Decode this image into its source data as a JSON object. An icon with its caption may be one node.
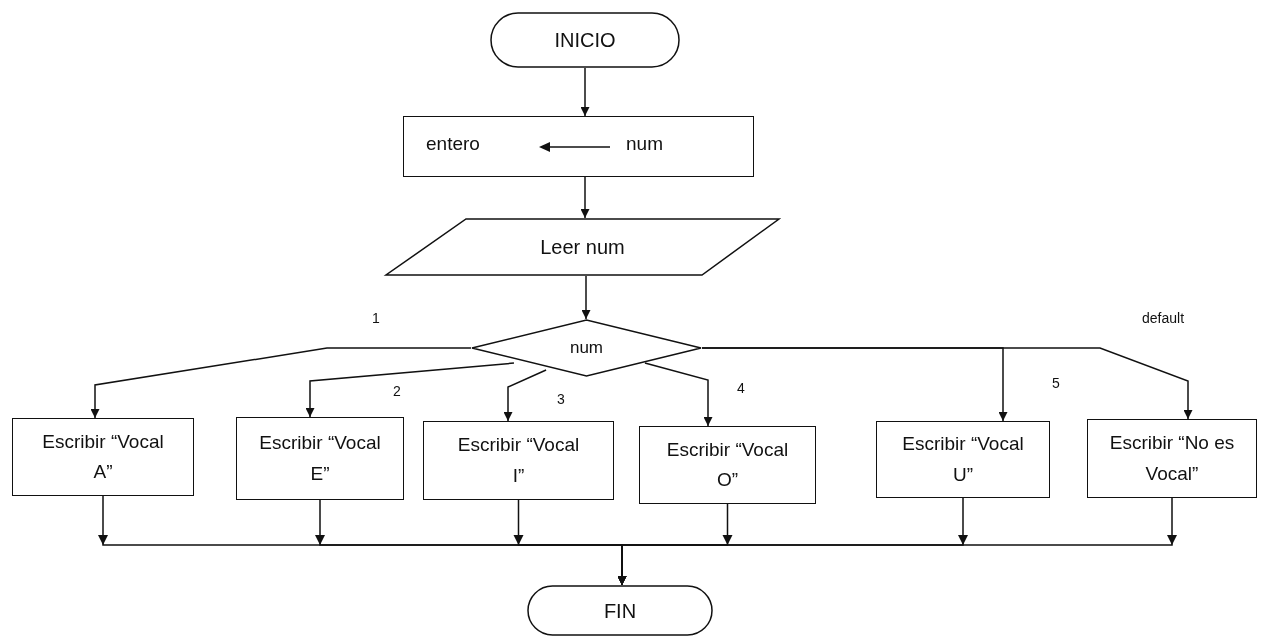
{
  "diagram": {
    "nodes": [
      {
        "text": [
          "INICIO"
        ]
      },
      {
        "text": [
          "entero",
          "num"
        ]
      },
      {
        "text": [
          "Leer num"
        ]
      },
      {
        "text": [
          "num"
        ]
      },
      {
        "text": [
          "Escribir “Vocal A”"
        ]
      },
      {
        "text": [
          "Escribir “Vocal E”"
        ]
      },
      {
        "text": [
          "Escribir “Vocal  I”"
        ]
      },
      {
        "text": [
          "Escribir “Vocal O”"
        ]
      },
      {
        "text": [
          "Escribir “Vocal U”"
        ]
      },
      {
        "text": [
          "Escribir “No es Vocal”"
        ]
      },
      {
        "text": [
          "FIN"
        ]
      }
    ],
    "edges": [
      {
        "from": 0,
        "to": 1,
        "arrow": "to"
      },
      {
        "from": 1,
        "to": 2,
        "arrow": "to"
      },
      {
        "from": 2,
        "to": 3,
        "arrow": "to"
      },
      {
        "from": 3,
        "to": 4,
        "arrow": "to",
        "label": "1"
      },
      {
        "from": 3,
        "to": 5,
        "arrow": "to",
        "label": "2"
      },
      {
        "from": 3,
        "to": 6,
        "arrow": "to",
        "label": "3"
      },
      {
        "from": 3,
        "to": 7,
        "arrow": "to",
        "label": "4"
      },
      {
        "from": 3,
        "to": 8,
        "arrow": "to",
        "label": "5"
      },
      {
        "from": 3,
        "to": 9,
        "arrow": "to",
        "label": "default"
      },
      {
        "from": 4,
        "to": 10,
        "arrow": "to"
      },
      {
        "from": 5,
        "to": 10,
        "arrow": "to"
      },
      {
        "from": 6,
        "to": 10,
        "arrow": "to"
      },
      {
        "from": 7,
        "to": 10,
        "arrow": "to"
      },
      {
        "from": 8,
        "to": 10,
        "arrow": "to"
      },
      {
        "from": 9,
        "to": 10,
        "arrow": "to"
      }
    ]
  }
}
